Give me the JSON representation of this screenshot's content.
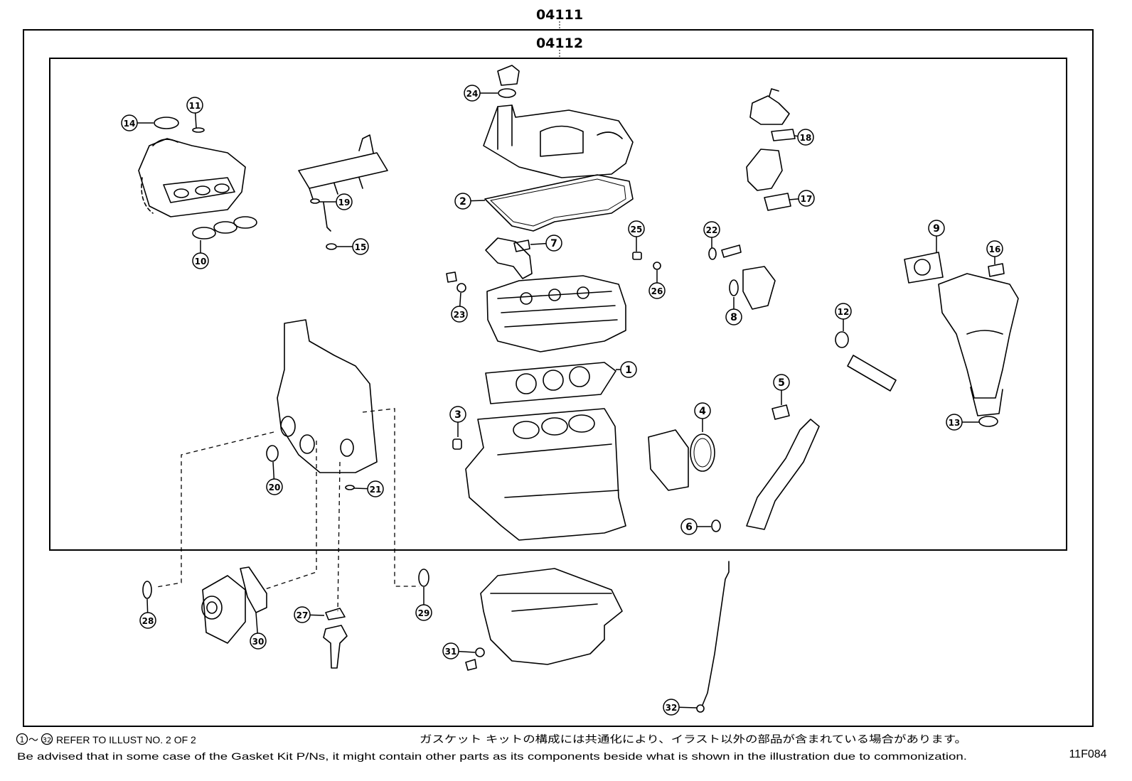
{
  "diagram": {
    "outer_code": "04111",
    "inner_code": "04112",
    "figure_id": "11F084",
    "footer": {
      "range_start": "1",
      "range_sep": "～",
      "range_end": "32",
      "range_text": "REFER TO ILLUST NO. 2 OF 2",
      "japanese_note": "ガスケット キットの構成には共通化により、イラスト以外の部品が含まれている場合があります。",
      "english_note": "Be advised that in some case of the Gasket Kit P/Ns,  it might contain other parts as its components beside what is shown in the illustration due to commonization."
    },
    "callouts": [
      "1",
      "2",
      "3",
      "4",
      "5",
      "6",
      "7",
      "8",
      "9",
      "10",
      "11",
      "12",
      "13",
      "14",
      "15",
      "16",
      "17",
      "18",
      "19",
      "20",
      "21",
      "22",
      "23",
      "24",
      "25",
      "26",
      "27",
      "28",
      "29",
      "30",
      "31",
      "32"
    ]
  }
}
